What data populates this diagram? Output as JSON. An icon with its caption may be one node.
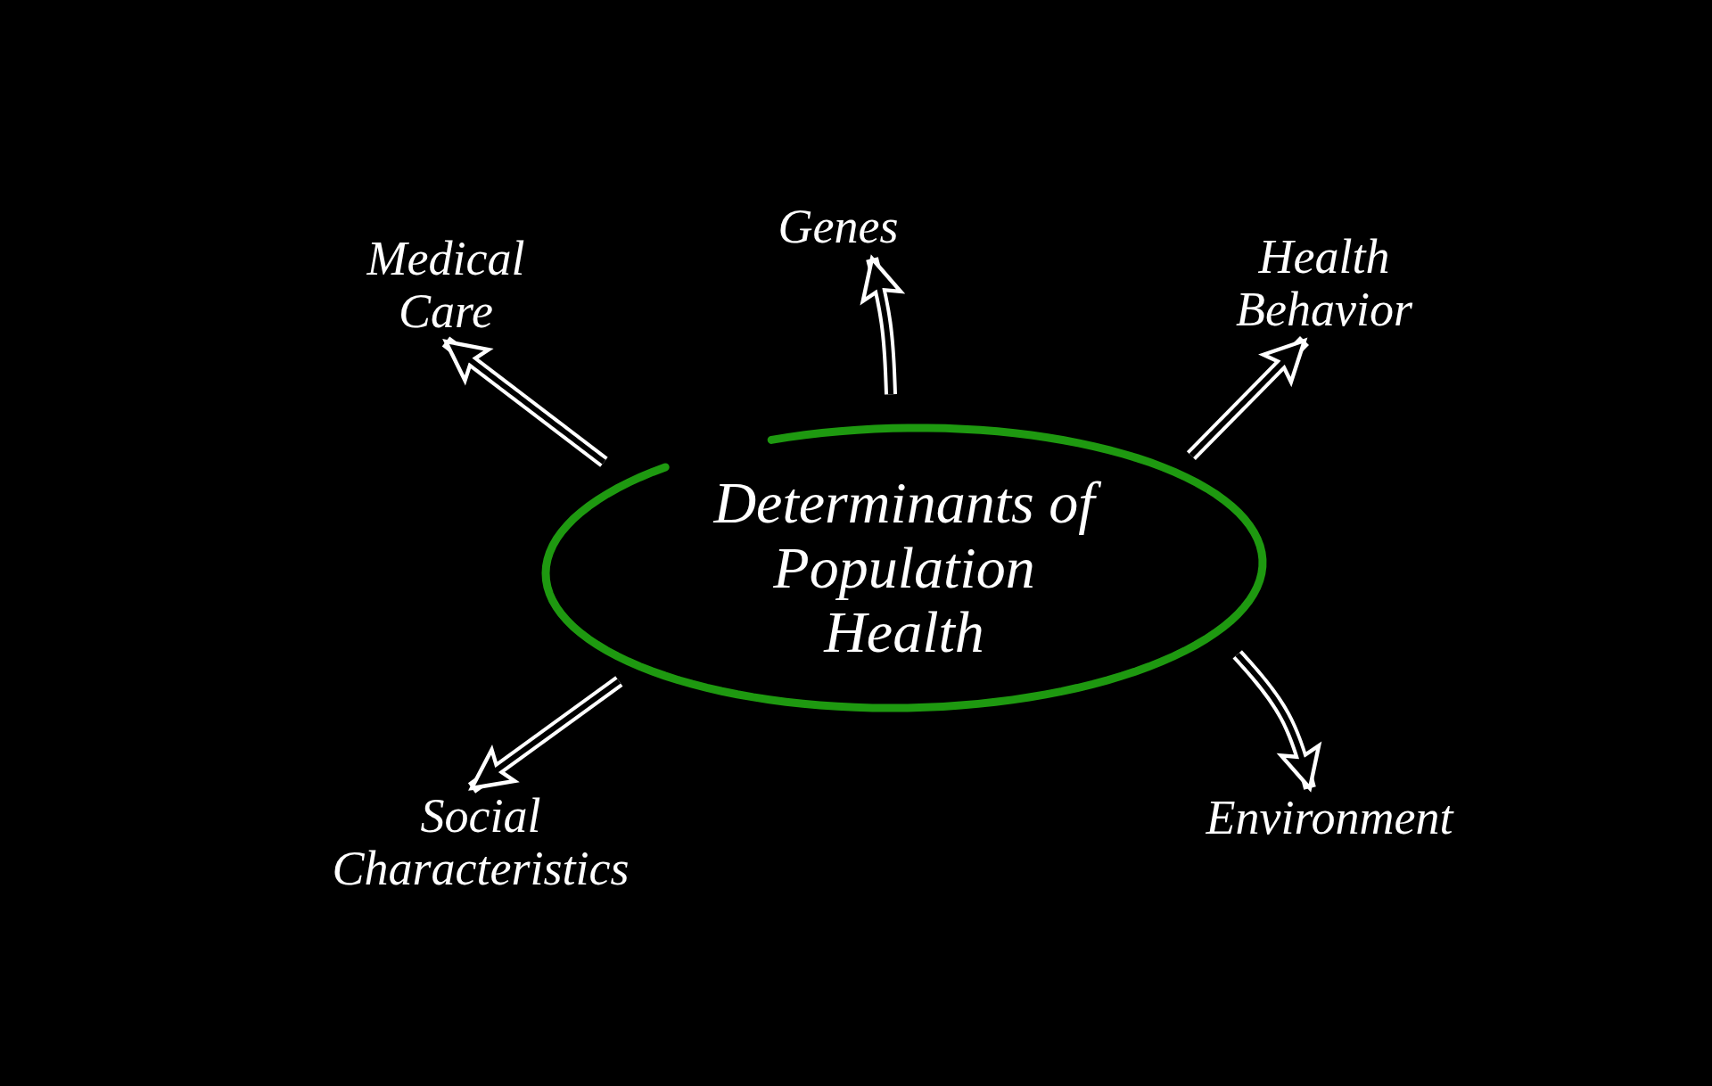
{
  "diagram": {
    "nodes": [
      {
        "text": [
          "Determinants of Population Health"
        ]
      },
      {
        "text": [
          "Medical Care"
        ]
      },
      {
        "text": [
          "Genes"
        ]
      },
      {
        "text": [
          "Health Behavior"
        ]
      },
      {
        "text": [
          "Social Characteristics"
        ]
      },
      {
        "text": [
          "Environment"
        ]
      }
    ],
    "edges": [
      {
        "from": 0,
        "to": 1,
        "arrow": "to"
      },
      {
        "from": 0,
        "to": 2,
        "arrow": "to"
      },
      {
        "from": 0,
        "to": 3,
        "arrow": "to"
      },
      {
        "from": 0,
        "to": 4,
        "arrow": "to"
      },
      {
        "from": 0,
        "to": 5,
        "arrow": "to"
      }
    ]
  }
}
